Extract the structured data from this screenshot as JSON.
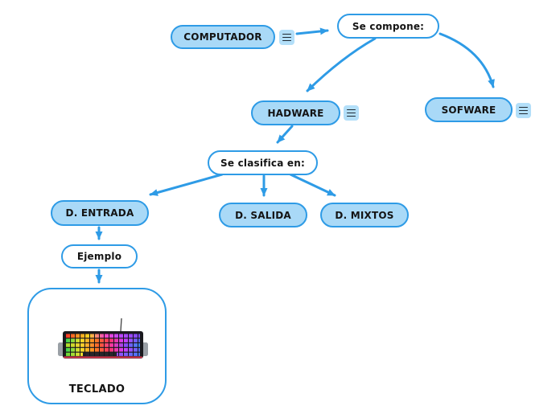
{
  "diagram": {
    "type": "concept-map",
    "background": "#ffffff",
    "colors": {
      "node_fill": "#a9d9f7",
      "node_border": "#2e9be6",
      "arrow": "#2e9be6",
      "menu_icon_bg": "#b3dff9",
      "menu_icon_lines": "#1f2a33",
      "text": "#141414"
    },
    "nodes": {
      "computador": {
        "label": "COMPUTADOR",
        "style": "filled"
      },
      "se_compone": {
        "label": "Se compone:",
        "style": "outline"
      },
      "hadware": {
        "label": "HADWARE",
        "style": "filled"
      },
      "sofware": {
        "label": "SOFWARE",
        "style": "filled"
      },
      "se_clasifica": {
        "label": "Se clasifica en:",
        "style": "outline"
      },
      "d_entrada": {
        "label": "D. ENTRADA",
        "style": "filled"
      },
      "d_salida": {
        "label": "D. SALIDA",
        "style": "filled"
      },
      "d_mixtos": {
        "label": "D. MIXTOS",
        "style": "filled"
      },
      "ejemplo": {
        "label": "Ejemplo",
        "style": "outline"
      },
      "teclado": {
        "label": "TECLADO",
        "style": "outline-large",
        "image": "rgb-gaming-keyboard"
      }
    },
    "icons": {
      "menu": "hamburger-menu-icon"
    },
    "edges": [
      {
        "from": "COMPUTADOR",
        "to": "Se compone:"
      },
      {
        "from": "Se compone:",
        "to": "HADWARE"
      },
      {
        "from": "Se compone:",
        "to": "SOFWARE"
      },
      {
        "from": "HADWARE",
        "to": "Se clasifica en:"
      },
      {
        "from": "Se clasifica en:",
        "to": "D. ENTRADA"
      },
      {
        "from": "Se clasifica en:",
        "to": "D. SALIDA"
      },
      {
        "from": "Se clasifica en:",
        "to": "D. MIXTOS"
      },
      {
        "from": "D. ENTRADA",
        "to": "Ejemplo"
      },
      {
        "from": "Ejemplo",
        "to": "TECLADO"
      }
    ]
  }
}
